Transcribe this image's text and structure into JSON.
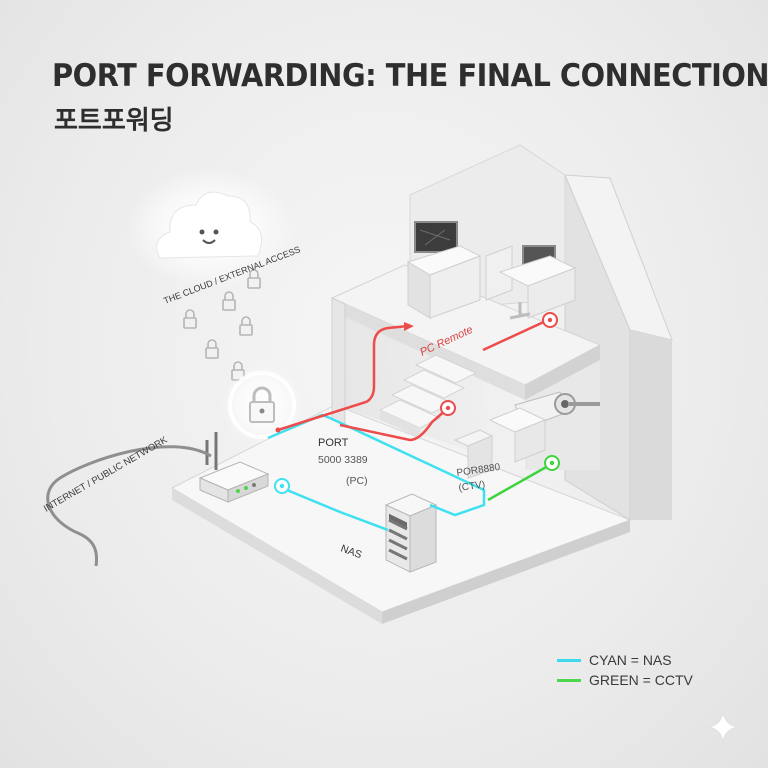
{
  "header": {
    "title": "PORT FORWARDING: THE FINAL CONNECTION",
    "subtitle": "포트포워딩"
  },
  "labels": {
    "cloud": "THE CLOUD / EXTERNAL ACCESS",
    "internet": "INTERNET / PUBLIC NETWORK",
    "pc_remote": "PC Remote",
    "port_title": "PORT",
    "port_numbers": "5000  3389",
    "port_pc": "(PC)",
    "port_cctv_num": "POR8880",
    "port_cctv": "(CTV)",
    "nas": "NAS"
  },
  "legend": [
    {
      "text": "CYAN = NAS",
      "color": "#3fd9ec"
    },
    {
      "text": "GREEN = CCTV",
      "color": "#4fd64f"
    }
  ],
  "colors": {
    "cyan": "#3fe0f0",
    "green": "#3fd43f",
    "red": "#ee4b4b"
  }
}
